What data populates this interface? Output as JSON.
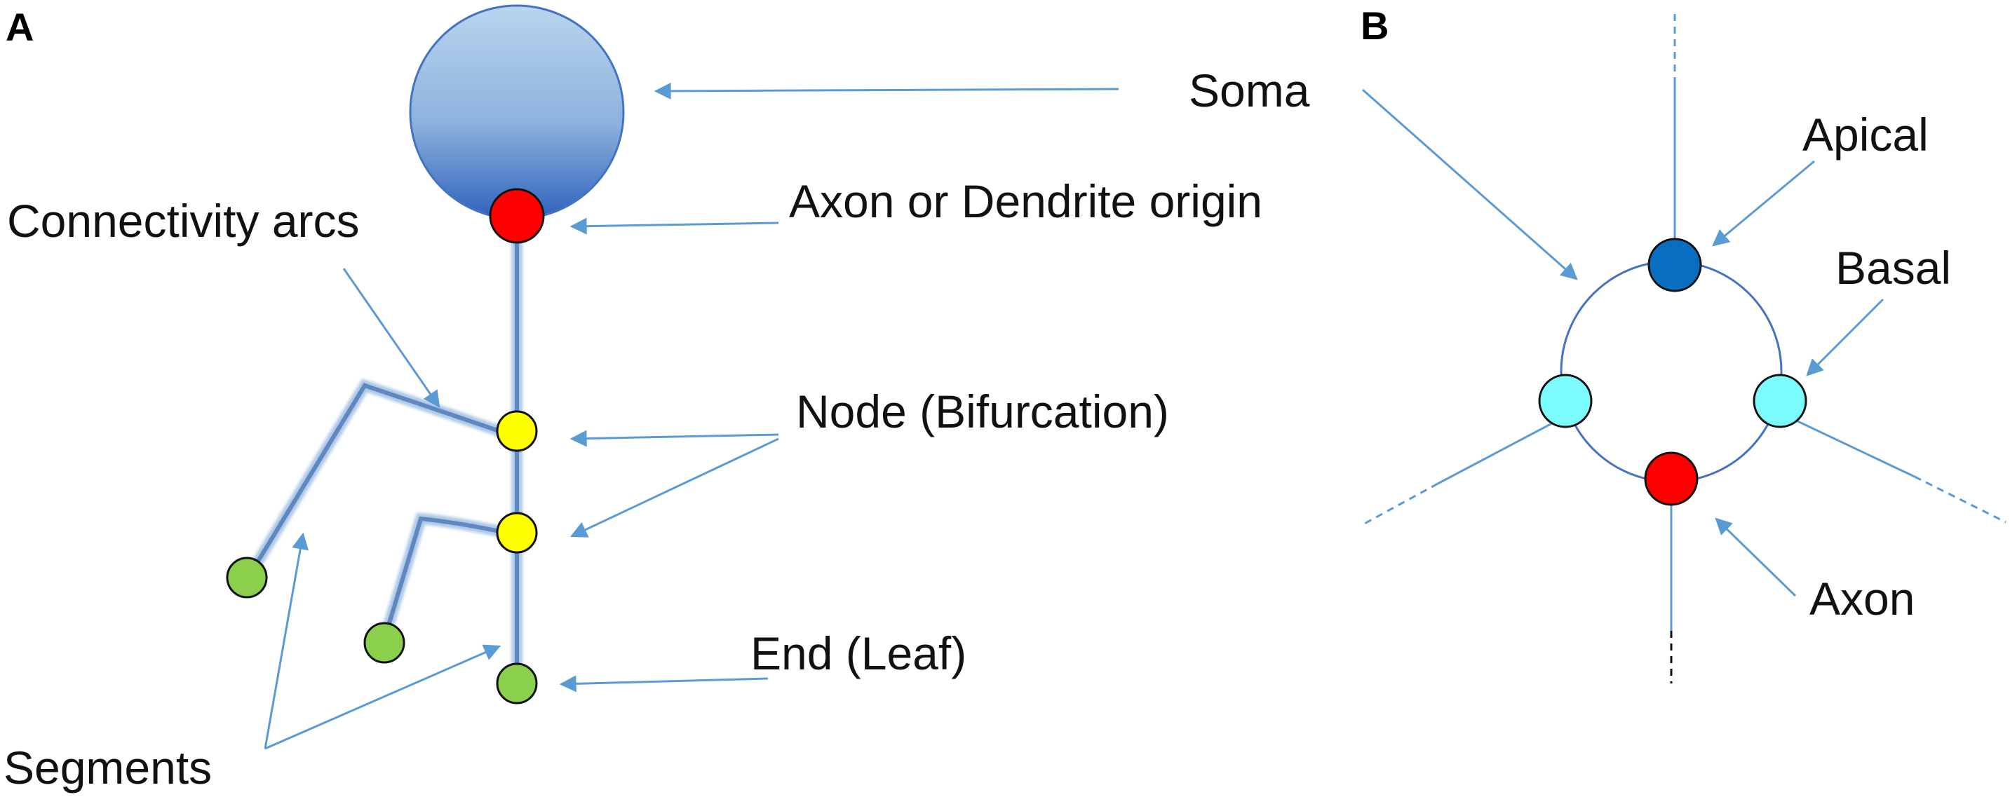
{
  "panels": {
    "a": "A",
    "b": "B"
  },
  "labels": {
    "soma": "Soma",
    "origin": "Axon or Dendrite origin",
    "connectivity_arcs": "Connectivity arcs",
    "node": "Node (Bifurcation)",
    "end": "End (Leaf)",
    "segments": "Segments",
    "apical": "Apical",
    "basal": "Basal",
    "axon": "Axon"
  },
  "colors": {
    "soma_top": "#b9d5ee",
    "soma_bottom": "#2f62bc",
    "origin_red": "#ff0000",
    "node_yellow": "#ffff00",
    "leaf_green": "#8bd04b",
    "apical_blue": "#0a6ec0",
    "basal_cyan": "#7bfbfb",
    "arrow_blue": "#5b9bd5",
    "segment_blue": "#6f96c6"
  }
}
